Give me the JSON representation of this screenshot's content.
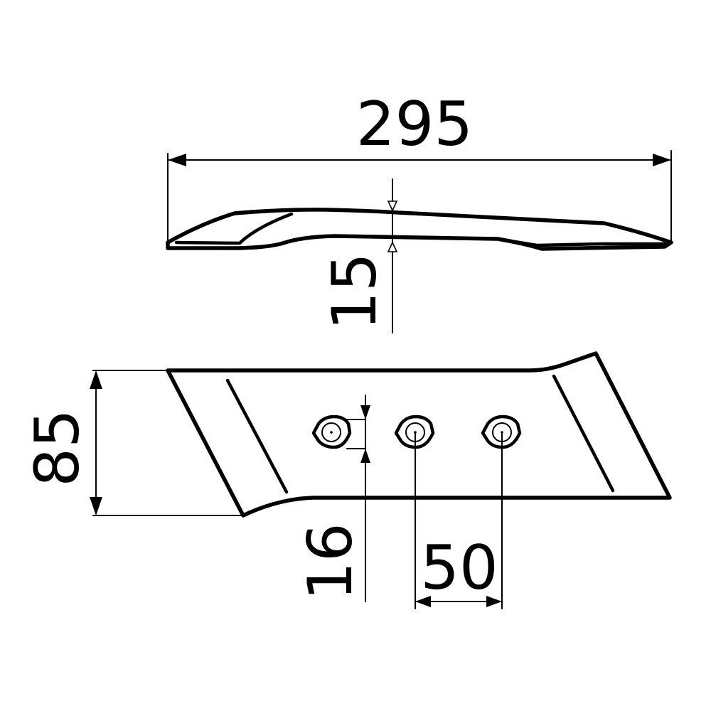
{
  "dimensions": {
    "length": "295",
    "thickness": "15",
    "height": "85",
    "hole_offset": "16",
    "hole_spacing": "50"
  },
  "views": {
    "side_view": {
      "name": "side-profile"
    },
    "plan_view": {
      "name": "plan-outline",
      "bolt_hole_count": 3
    }
  }
}
